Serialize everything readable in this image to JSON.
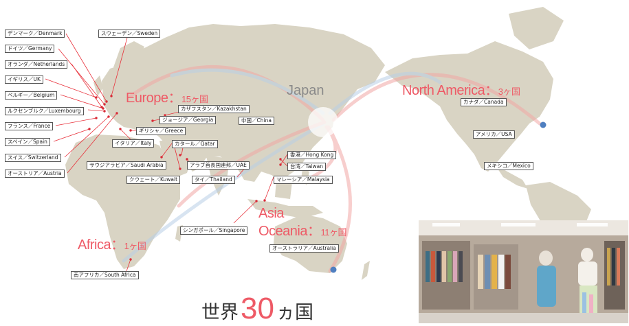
{
  "colors": {
    "accent": "#ee5a66",
    "land": "#d9d4c4",
    "leader": "#e8303a",
    "ocean": "#ffffff"
  },
  "japan_label": "Japan",
  "regions": {
    "europe": {
      "name": "Europe：",
      "count": "15ヶ国"
    },
    "north_america": {
      "name": "North America：",
      "count": "3ヶ国"
    },
    "asia": {
      "name": "Asia"
    },
    "oceania": {
      "name": "Oceania：",
      "count": "11ヶ国"
    },
    "africa": {
      "name": "Africa：",
      "count": "1ヶ国"
    }
  },
  "countries": {
    "denmark": "デンマーク／Denmark",
    "sweden": "スウェーデン／Sweden",
    "germany": "ドイツ／Germany",
    "netherlands": "オランダ／Netherlands",
    "uk": "イギリス／UK",
    "belgium": "ベルギー／Belgium",
    "luxembourg": "ルクセンブルク／Luxembourg",
    "france": "フランス／France",
    "spain": "スペイン／Spain",
    "switzerland": "スイス／Switzerland",
    "austria": "オーストリア／Austria",
    "italy": "イタリア／Italy",
    "greece": "ギリシャ／Greece",
    "georgia": "ジョージア／Georgia",
    "kazakhstan": "カザフスタン／Kazakhstan",
    "china": "中国／China",
    "qatar": "カタール／Qatar",
    "saudi": "サウジアラビア／Saudi Arabia",
    "uae": "アラブ首長国連邦／UAE",
    "kuwait": "クウェート／Kuwait",
    "thailand": "タイ／Thailand",
    "hongkong": "香港／Hong Kong",
    "taiwan": "台湾／Taiwan",
    "malaysia": "マレーシア／Malaysia",
    "singapore": "シンガポール／Singapore",
    "australia": "オーストラリア／Australia",
    "south_africa": "南アフリカ／South Africa",
    "canada": "カナダ／Canada",
    "usa": "アメリカ／USA",
    "mexico": "メキシコ／Mexico"
  },
  "total": {
    "prefix": "世界",
    "number": "30",
    "suffix": "ヵ国"
  }
}
